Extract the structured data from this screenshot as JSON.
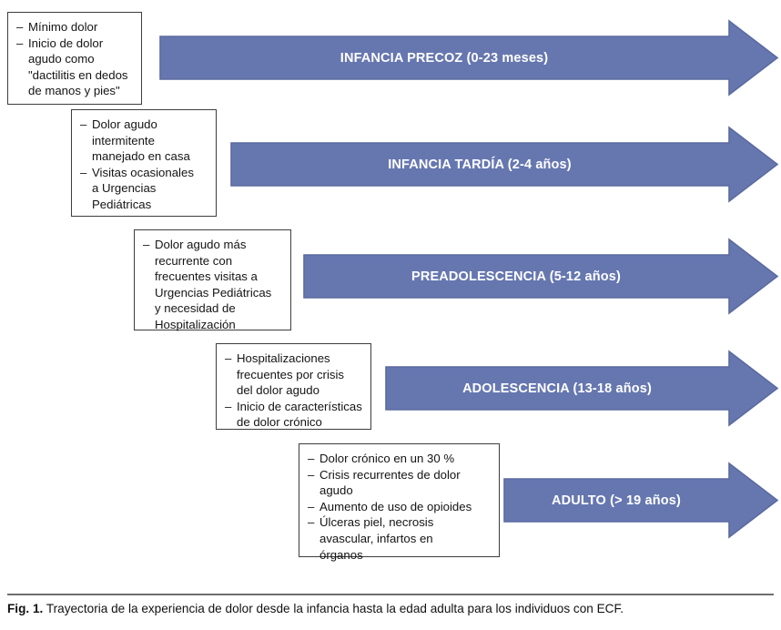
{
  "figure": {
    "caption_tag": "Fig. 1.",
    "caption_text": "Trayectoria de la experiencia de dolor desde la infancia hasta la edad adulta para los individuos con ECF.",
    "arrow_color": "#6677b0",
    "arrow_border_color": "#5b6aa0",
    "box_border_color": "#3d3d3d",
    "label_color": "#ffffff"
  },
  "stages": [
    {
      "id": "infancia-precoz",
      "arrow_label": "INFANCIA PRECOZ (0-23 meses)",
      "bullets": [
        "Mínimo dolor",
        "Inicio de dolor\nagudo como\n\"dactilitis en dedos\nde manos y pies\""
      ]
    },
    {
      "id": "infancia-tardia",
      "arrow_label": "INFANCIA TARDÍA (2-4 años)",
      "bullets": [
        "Dolor agudo\nintermitente\nmanejado en casa",
        "Visitas ocasionales\na Urgencias\nPediátricas"
      ]
    },
    {
      "id": "preadolescencia",
      "arrow_label": "PREADOLESCENCIA (5-12 años)",
      "bullets": [
        "Dolor agudo más\nrecurrente con\nfrecuentes visitas a\nUrgencias Pediátricas\ny necesidad de\nHospitalización"
      ]
    },
    {
      "id": "adolescencia",
      "arrow_label": "ADOLESCENCIA (13-18 años)",
      "bullets": [
        "Hospitalizaciones\nfrecuentes por crisis\ndel dolor agudo",
        "Inicio de características\nde dolor crónico"
      ]
    },
    {
      "id": "adulto",
      "arrow_label": "ADULTO (> 19 años)",
      "bullets": [
        "Dolor crónico en un 30 %",
        "Crisis recurrentes de dolor\nagudo",
        "Aumento de uso de opioides",
        "Úlceras piel, necrosis\navascular, infartos en\nórganos"
      ]
    }
  ],
  "chart_data": {
    "type": "diagram",
    "title": "Trayectoria de la experiencia de dolor desde la infancia hasta la edad adulta para los individuos con ECF",
    "orientation": "horizontal-arrows-cascading",
    "categories": [
      "INFANCIA PRECOZ (0-23 meses)",
      "INFANCIA TARDÍA (2-4 años)",
      "PREADOLESCENCIA (5-12 años)",
      "ADOLESCENCIA (13-18 años)",
      "ADULTO (> 19 años)"
    ],
    "age_ranges": [
      "0-23 meses",
      "2-4 años",
      "5-12 años",
      "13-18 años",
      "> 19 años"
    ]
  }
}
